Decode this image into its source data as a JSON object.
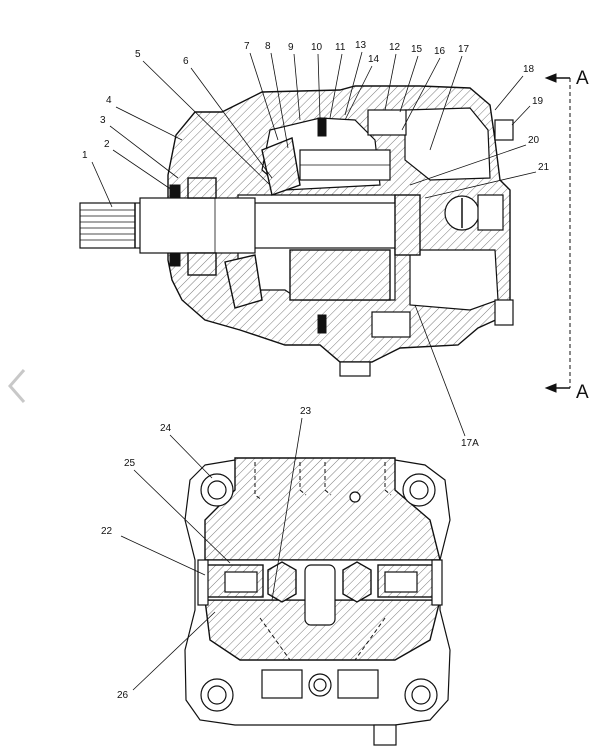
{
  "callouts_top": [
    "1",
    "2",
    "3",
    "4",
    "5",
    "6",
    "7",
    "8",
    "9",
    "10",
    "11",
    "13",
    "12",
    "15",
    "16",
    "17",
    "14",
    "18",
    "19",
    "20",
    "21",
    "17A"
  ],
  "callouts_bottom": [
    "24",
    "23",
    "25",
    "22",
    "26"
  ],
  "section_marks": [
    "A",
    "A"
  ],
  "icons": {
    "prev": "chevron-left-icon"
  },
  "colors": {
    "line": "#111111",
    "background": "#ffffff",
    "nav_arrow": "#c8c8c8"
  }
}
